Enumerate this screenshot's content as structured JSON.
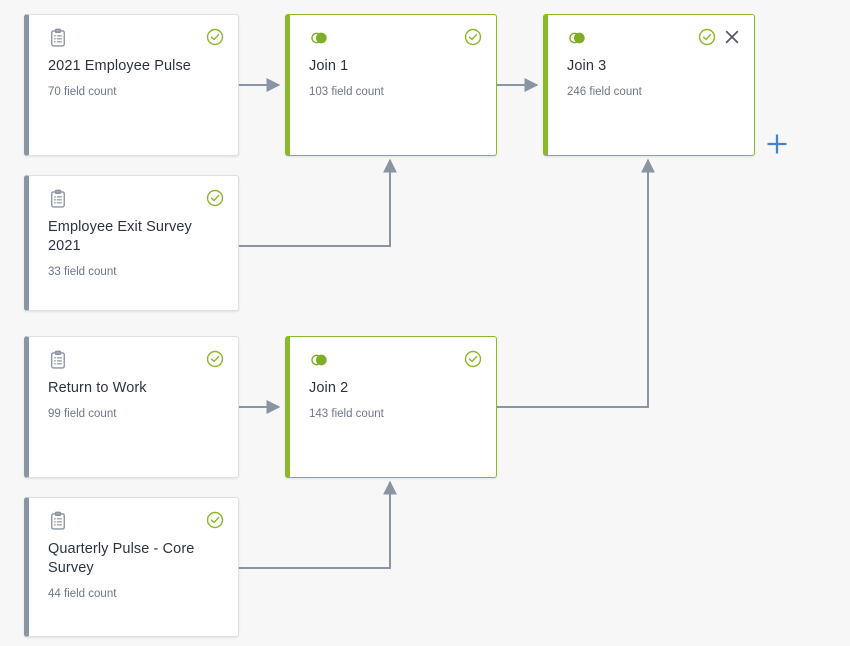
{
  "canvas": {
    "background_color": "#f7f7f8",
    "accent_green": "#8cb82b",
    "source_border_color": "#8b94a3",
    "edge_color": "#8b94a3",
    "plus_color": "#4a82c3",
    "title_color": "#2c3442",
    "subtitle_color": "#6e7787"
  },
  "nodes": {
    "source_1": {
      "title": "2021 Employee Pulse",
      "subtitle": "70 field count",
      "type_icon": "clipboard-icon",
      "status_icon": "check-circle-icon",
      "status": "valid"
    },
    "source_2": {
      "title": "Employee Exit Survey 2021",
      "subtitle": "33 field count",
      "type_icon": "clipboard-icon",
      "status_icon": "check-circle-icon",
      "status": "valid"
    },
    "source_3": {
      "title": "Return to Work",
      "subtitle": "99 field count",
      "type_icon": "clipboard-icon",
      "status_icon": "check-circle-icon",
      "status": "valid"
    },
    "source_4": {
      "title": "Quarterly Pulse - Core Survey",
      "subtitle": "44 field count",
      "type_icon": "clipboard-icon",
      "status_icon": "check-circle-icon",
      "status": "valid"
    },
    "join_1": {
      "title": "Join 1",
      "subtitle": "103 field count",
      "type_icon": "join-venn-icon",
      "status_icon": "check-circle-icon",
      "status": "valid",
      "has_close": false
    },
    "join_2": {
      "title": "Join 2",
      "subtitle": "143 field count",
      "type_icon": "join-venn-icon",
      "status_icon": "check-circle-icon",
      "status": "valid",
      "has_close": false
    },
    "join_3": {
      "title": "Join 3",
      "subtitle": "246 field count",
      "type_icon": "join-venn-icon",
      "status_icon": "check-circle-icon",
      "status": "valid",
      "has_close": true,
      "close_icon": "close-icon"
    }
  },
  "add_step": {
    "icon": "plus-icon",
    "label": "+"
  },
  "connections": [
    {
      "from": "source_1",
      "to": "join_1"
    },
    {
      "from": "source_2",
      "to": "join_1"
    },
    {
      "from": "source_3",
      "to": "join_2"
    },
    {
      "from": "source_4",
      "to": "join_2"
    },
    {
      "from": "join_1",
      "to": "join_3"
    },
    {
      "from": "join_2",
      "to": "join_3"
    }
  ]
}
